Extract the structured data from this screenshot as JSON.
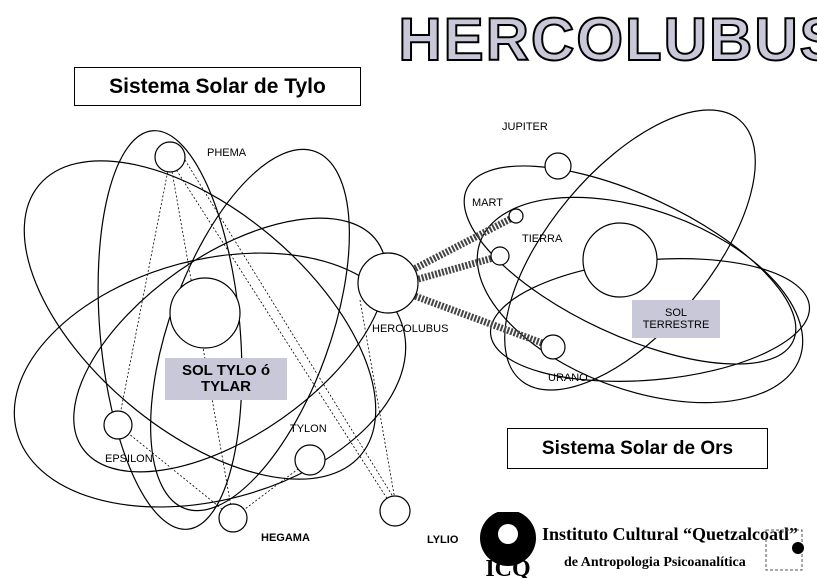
{
  "title": "HERCOLUBUS",
  "systems": {
    "tylo": "Sistema Solar de Tylo",
    "ors": "Sistema Solar de Ors"
  },
  "suns": {
    "tylo": "SOL TYLO ó TYLAR",
    "ors": "SOL TERRESTRE"
  },
  "planets": {
    "phema": "PHEMA",
    "epsilon": "EPSILON",
    "hegama": "HEGAMA",
    "lylio": "LYLIO",
    "tylon": "TYLON",
    "hercolubus": "HERCOLUBUS",
    "jupiter": "JUPITER",
    "mart": "MART",
    "tierra": "TIERRA",
    "urano": "URANO"
  },
  "logo": {
    "initials": "ICQ",
    "line1": "Instituto Cultural “Quetzalcoatl”",
    "line2": "de Antropologia Psicoanalítica"
  },
  "colors": {
    "label_box": "#c8c8d8",
    "title_fill": "#c8c8d8"
  }
}
